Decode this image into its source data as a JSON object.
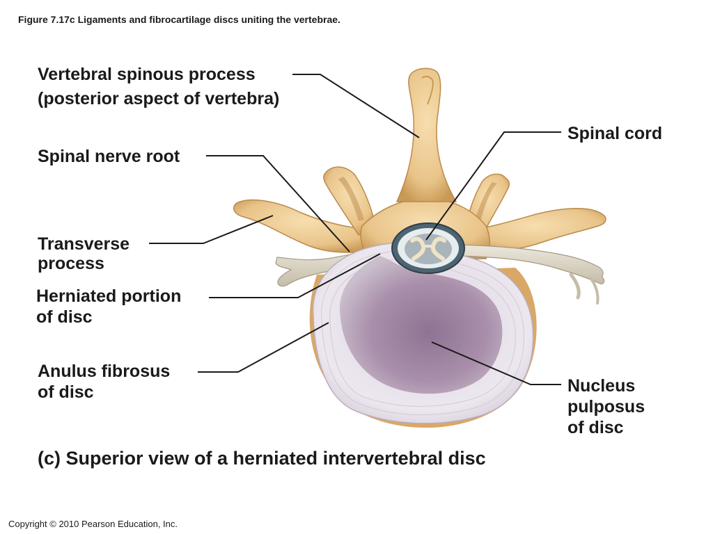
{
  "figure_caption": "Figure 7.17c  Ligaments and fibrocartilage discs uniting the vertebrae.",
  "labels": {
    "spinous_process": [
      "Vertebral spinous process",
      "(posterior aspect of vertebra)"
    ],
    "spinal_cord": [
      "Spinal cord"
    ],
    "spinal_nerve_root": [
      "Spinal nerve root"
    ],
    "transverse_process": [
      "Transverse",
      "process"
    ],
    "herniated_portion": [
      "Herniated portion",
      "of disc"
    ],
    "anulus_fibrosus": [
      "Anulus fibrosus",
      "of disc"
    ],
    "nucleus_pulposus": [
      "Nucleus",
      "pulposus",
      "of disc"
    ]
  },
  "view_title": "(c) Superior view of a herniated intervertebral disc",
  "copyright": "Copyright © 2010 Pearson Education, Inc.",
  "colors": {
    "bone": "#e9c48a",
    "bone_shadow": "#c99a55",
    "disc_outer": "#ece7ef",
    "nucleus": "#a98fab",
    "nerve": "#d8d2c2",
    "leader_line": "#1a1a1a"
  }
}
